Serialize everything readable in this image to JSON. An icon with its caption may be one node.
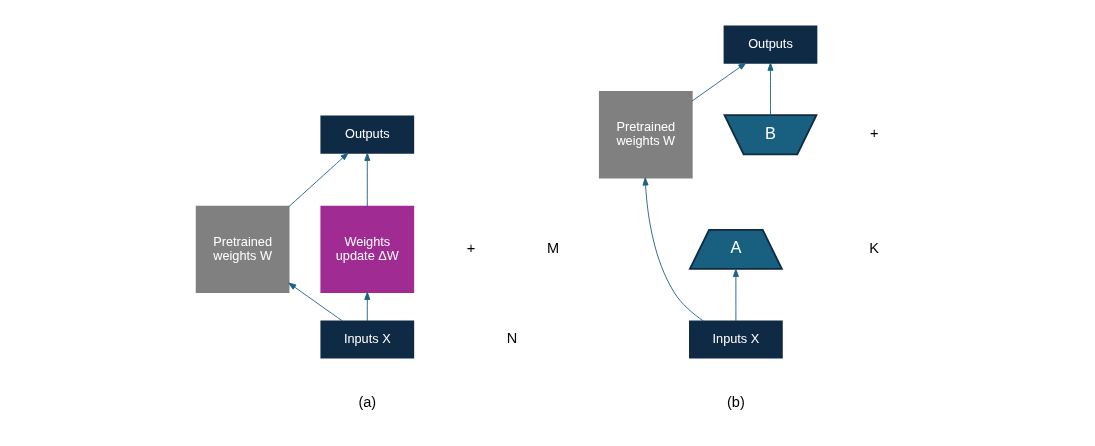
{
  "diagram": {
    "nodes": [
      {
        "text": [
          "Outputs"
        ]
      },
      {
        "text": [
          "Pretrained weights W"
        ]
      },
      {
        "text": [
          "Weights update ΔW"
        ]
      },
      {
        "text": [
          "Inputs X"
        ]
      },
      {
        "text": [
          "Outputs"
        ]
      },
      {
        "text": [
          "Pretrained weights W"
        ]
      },
      {
        "text": [
          "B"
        ]
      },
      {
        "text": [
          "A"
        ]
      },
      {
        "text": [
          "Inputs X"
        ]
      }
    ],
    "edges": [
      {
        "from": 1,
        "to": 0,
        "arrow": "to"
      },
      {
        "from": 2,
        "to": 0,
        "arrow": "to"
      },
      {
        "from": 3,
        "to": 1,
        "arrow": "to"
      },
      {
        "from": 3,
        "to": 2,
        "arrow": "to"
      },
      {
        "from": 5,
        "to": 4,
        "arrow": "to"
      },
      {
        "from": 6,
        "to": 4,
        "arrow": "to"
      },
      {
        "from": 8,
        "to": 5,
        "arrow": "to"
      },
      {
        "from": 8,
        "to": 7,
        "arrow": "to"
      }
    ],
    "labels": [
      "+",
      "M",
      "N",
      "(a)",
      "+",
      "K",
      "(b)"
    ]
  }
}
